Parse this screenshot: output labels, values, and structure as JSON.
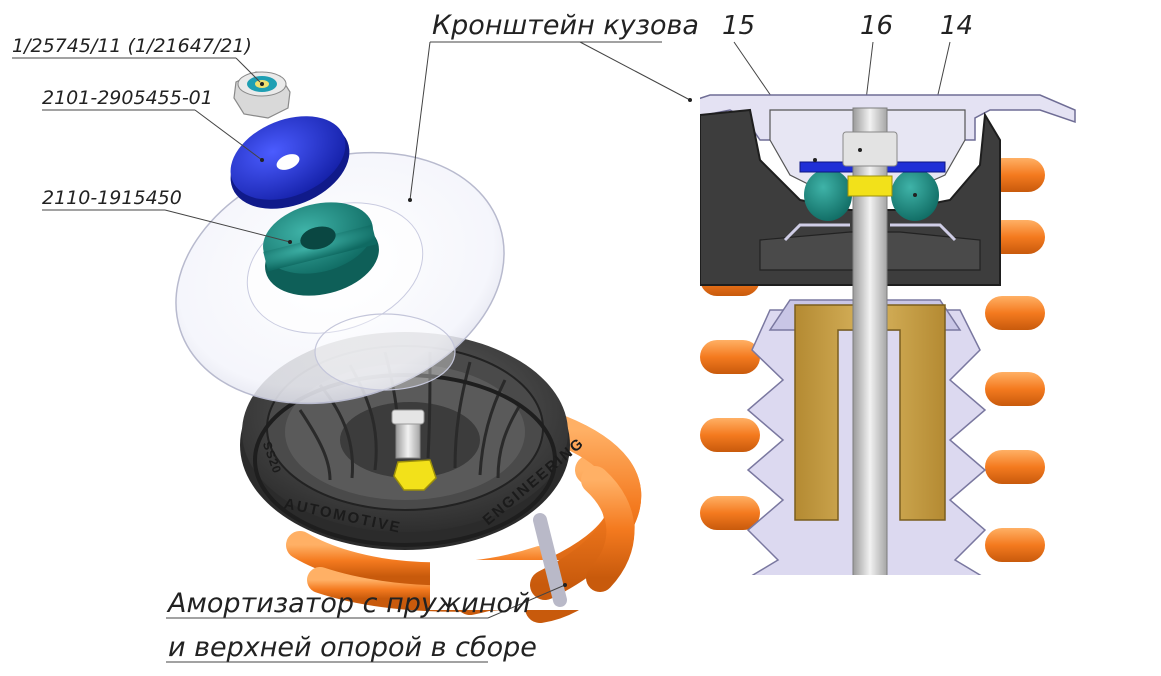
{
  "labels": {
    "nut": "1/25745/11 (1/21647/21)",
    "washer": "2101-2905455-01",
    "bumper": "2110-1915450",
    "bracket": "Кронштейн кузова",
    "assembly_line1": "Амортизатор с пружиной",
    "assembly_line2": "и верхней опорой в сборе",
    "callout_15": "15",
    "callout_16": "16",
    "callout_14": "14"
  },
  "mount_text": {
    "automotive": "AUTOMOTIVE",
    "engineering": "ENGINEERING",
    "side": "SS20"
  },
  "colors": {
    "washer_blue": "#1f2fd6",
    "bumper_teal": "#1a8a80",
    "spring_orange": "#f47a1f",
    "mount_black": "#3a3a3a",
    "polyurethane_tan": "#c9a24a",
    "nut_yellow": "#f2e11a",
    "boot_lavender": "#d6d3ee"
  }
}
